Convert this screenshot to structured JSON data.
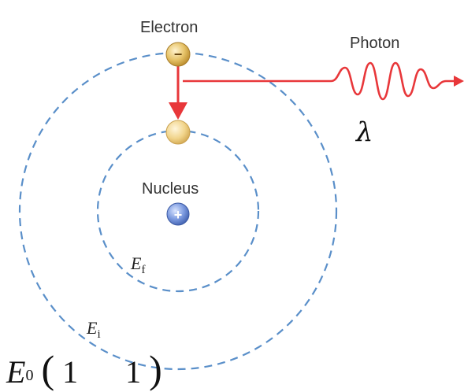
{
  "diagram": {
    "labels": {
      "electron": "Electron",
      "photon": "Photon",
      "nucleus": "Nucleus",
      "wavelength_symbol": "λ",
      "final_energy": {
        "symbol": "E",
        "subscript": "f"
      },
      "initial_energy": {
        "symbol": "E",
        "subscript": "i"
      }
    },
    "charges": {
      "electron": "−",
      "nucleus": "+"
    },
    "formula_fragment": {
      "symbol": "E",
      "subscript": "0",
      "left_paren": "(",
      "numerator_1": "1",
      "numerator_2": "1",
      "right_paren": ")"
    },
    "colors": {
      "orbit": "#5a8fc9",
      "emission_arrow": "#e8373a",
      "electron": "#e7c46a",
      "nucleus": "#5a78c4",
      "label": "#333333"
    }
  }
}
